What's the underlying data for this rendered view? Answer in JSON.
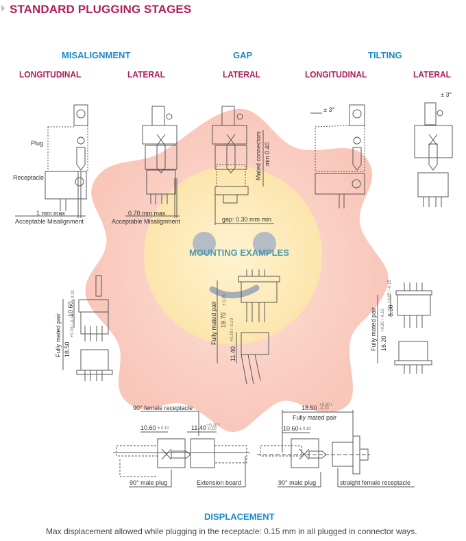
{
  "page": {
    "title": "STANDARD PLUGGING STAGES",
    "title_color": "#b0205a",
    "accent_color": "#1a8ac9"
  },
  "plugging_stages": {
    "categories": [
      {
        "label": "MISALIGNMENT"
      },
      {
        "label": "GAP"
      },
      {
        "label": "TILTING"
      }
    ],
    "subcategories": [
      {
        "label": "LONGITUDINAL"
      },
      {
        "label": "LATERAL"
      },
      {
        "label": "LATERAL"
      },
      {
        "label": "LONGITUDINAL"
      },
      {
        "label": "LATERAL"
      }
    ],
    "misalignment_longitudinal": {
      "plug_label": "Plug",
      "receptacle_label": "Receptacle",
      "value": "1 mm max",
      "caption": "Acceptable Misalignment"
    },
    "misalignment_lateral": {
      "value": "0.70 mm max",
      "caption": "Acceptable Misalignment"
    },
    "gap_lateral": {
      "mated_label": "Mated connectors",
      "mated_value": "min 0.40",
      "gap_label": "gap: 0.30 mm min"
    },
    "tilting_longitudinal": {
      "angle": "± 3°"
    },
    "tilting_lateral": {
      "angle": "± 3°"
    }
  },
  "mounting_examples": {
    "title": "MOUNTING EXAMPLES",
    "examples": [
      {
        "pair_label": "Fully mated pair",
        "total": "18.50",
        "total_tol": "+0.20 / -0.10",
        "partial": "10.60",
        "partial_tol": "± 0.10"
      },
      {
        "pair_label": "Fully mated pair",
        "total": "19.70",
        "total_tol": "± 0.25",
        "partial": "11.40",
        "partial_tol": "+0.20 / -0.10"
      },
      {
        "pair_label": "Fully mated pair",
        "total": "16.20",
        "total_tol": "+0.20 / -0.10",
        "partial": "8.30",
        "partial_tol": "+0.05 / -0.15"
      }
    ]
  },
  "horizontal_examples": {
    "left": {
      "female_label": "90° female receptacle",
      "dim1": "10.60",
      "dim1_tol": "± 0.10",
      "dim2": "11.40",
      "dim2_tol": "+0.20 / -0.10",
      "plug_label": "90° male plug",
      "board_label": "Extension board"
    },
    "right": {
      "total": "18.50",
      "total_tol": "+0.20 / -0.10",
      "pair_label": "Fully mated pair",
      "dim1": "10.60",
      "dim1_tol": "± 0.10",
      "plug_label": "90° male plug",
      "receptacle_label": "straight female receptacle"
    }
  },
  "displacement": {
    "title": "DISPLACEMENT",
    "text": "Max displacement allowed while plugging in the receptacle: 0.15 mm in all plugged in connector ways."
  },
  "overlay": {
    "flower_color": "#f9b6a6",
    "face_color": "#fdf0b8",
    "eye_color": "#a9b3c4"
  }
}
